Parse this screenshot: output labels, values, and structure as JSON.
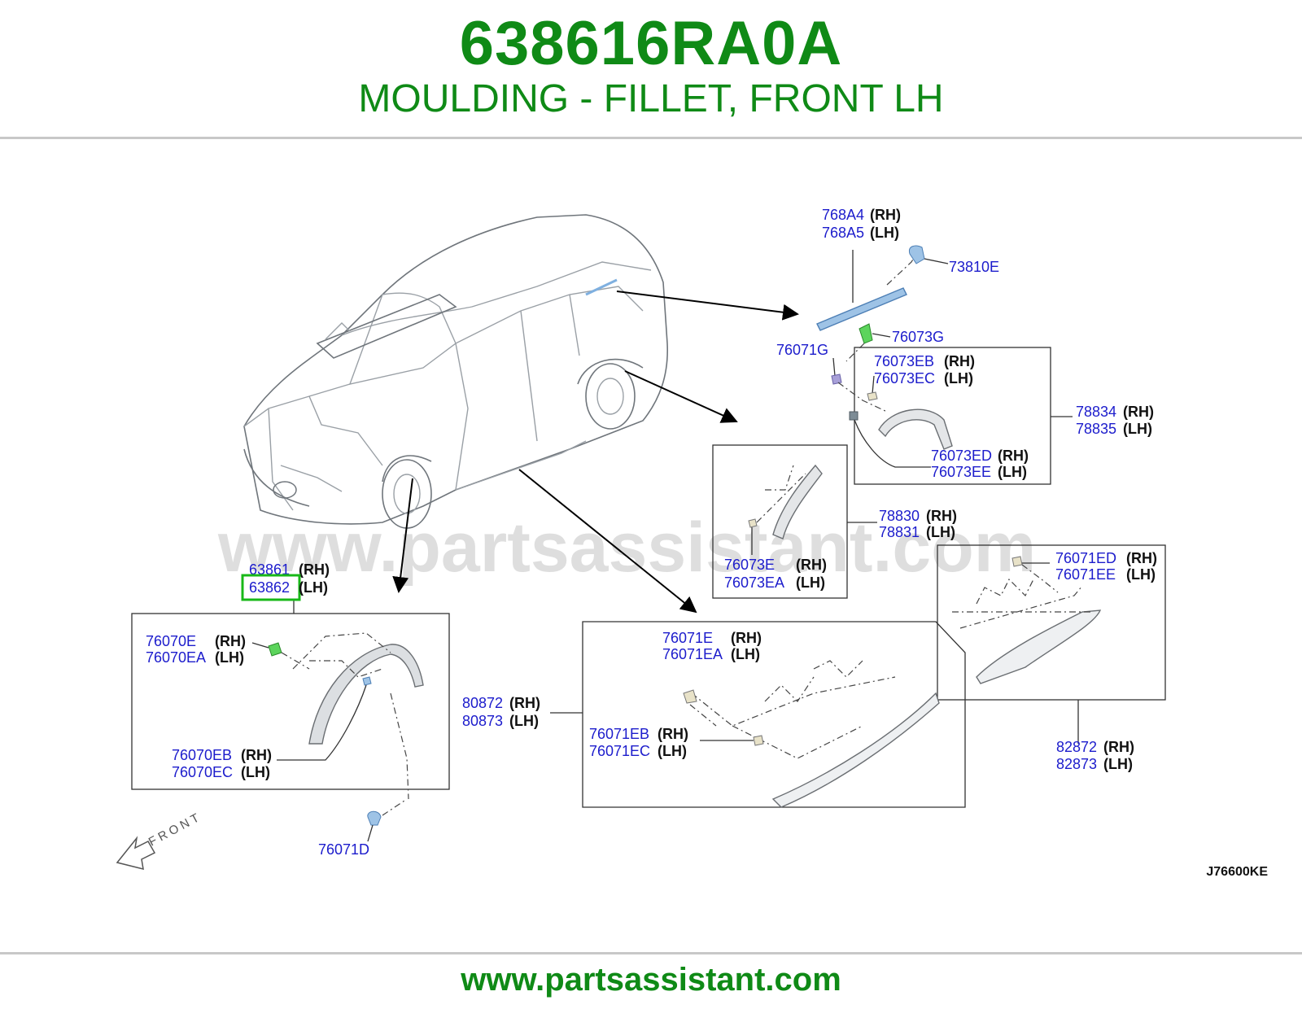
{
  "header": {
    "part_number": "638616RA0A",
    "part_name": "MOULDING - FILLET, FRONT LH"
  },
  "diagram": {
    "watermark": "www.partsassistant.com",
    "figure_code": "J76600KE",
    "front_label": "FRONT",
    "callouts": {
      "c768a4": {
        "pn": "768A4",
        "side": "(RH)"
      },
      "c768a5": {
        "pn": "768A5",
        "side": "(LH)"
      },
      "c73810e": {
        "pn": "73810E"
      },
      "c76073g": {
        "pn": "76073G"
      },
      "c76071g": {
        "pn": "76071G"
      },
      "c76073eb": {
        "pn": "76073EB",
        "side": "(RH)"
      },
      "c76073ec": {
        "pn": "76073EC",
        "side": "(LH)"
      },
      "c78834": {
        "pn": "78834",
        "side": "(RH)"
      },
      "c78835": {
        "pn": "78835",
        "side": "(LH)"
      },
      "c76073ed": {
        "pn": "76073ED",
        "side": "(RH)"
      },
      "c76073ee": {
        "pn": "76073EE",
        "side": "(LH)"
      },
      "c78830": {
        "pn": "78830",
        "side": "(RH)"
      },
      "c78831": {
        "pn": "78831",
        "side": "(LH)"
      },
      "c76073e": {
        "pn": "76073E",
        "side": "(RH)"
      },
      "c76073ea": {
        "pn": "76073EA",
        "side": "(LH)"
      },
      "c76071ed": {
        "pn": "76071ED",
        "side": "(RH)"
      },
      "c76071ee": {
        "pn": "76071EE",
        "side": "(LH)"
      },
      "c63861": {
        "pn": "63861",
        "side": "(RH)"
      },
      "c63862": {
        "pn": "63862",
        "side": "(LH)"
      },
      "c76070e": {
        "pn": "76070E",
        "side": "(RH)"
      },
      "c76070ea": {
        "pn": "76070EA",
        "side": "(LH)"
      },
      "c76070eb": {
        "pn": "76070EB",
        "side": "(RH)"
      },
      "c76070ec": {
        "pn": "76070EC",
        "side": "(LH)"
      },
      "c76071d": {
        "pn": "76071D"
      },
      "c76071e": {
        "pn": "76071E",
        "side": "(RH)"
      },
      "c76071ea": {
        "pn": "76071EA",
        "side": "(LH)"
      },
      "c80872": {
        "pn": "80872",
        "side": "(RH)"
      },
      "c80873": {
        "pn": "80873",
        "side": "(LH)"
      },
      "c76071eb": {
        "pn": "76071EB",
        "side": "(RH)"
      },
      "c76071ec": {
        "pn": "76071EC",
        "side": "(LH)"
      },
      "c82872": {
        "pn": "82872",
        "side": "(RH)"
      },
      "c82873": {
        "pn": "82873",
        "side": "(LH)"
      }
    }
  },
  "footer": {
    "url": "www.partsassistant.com"
  },
  "colors": {
    "brand_green": "#0f8a16",
    "part_number_blue": "#1c1ccc",
    "highlight_green": "#18b818"
  }
}
